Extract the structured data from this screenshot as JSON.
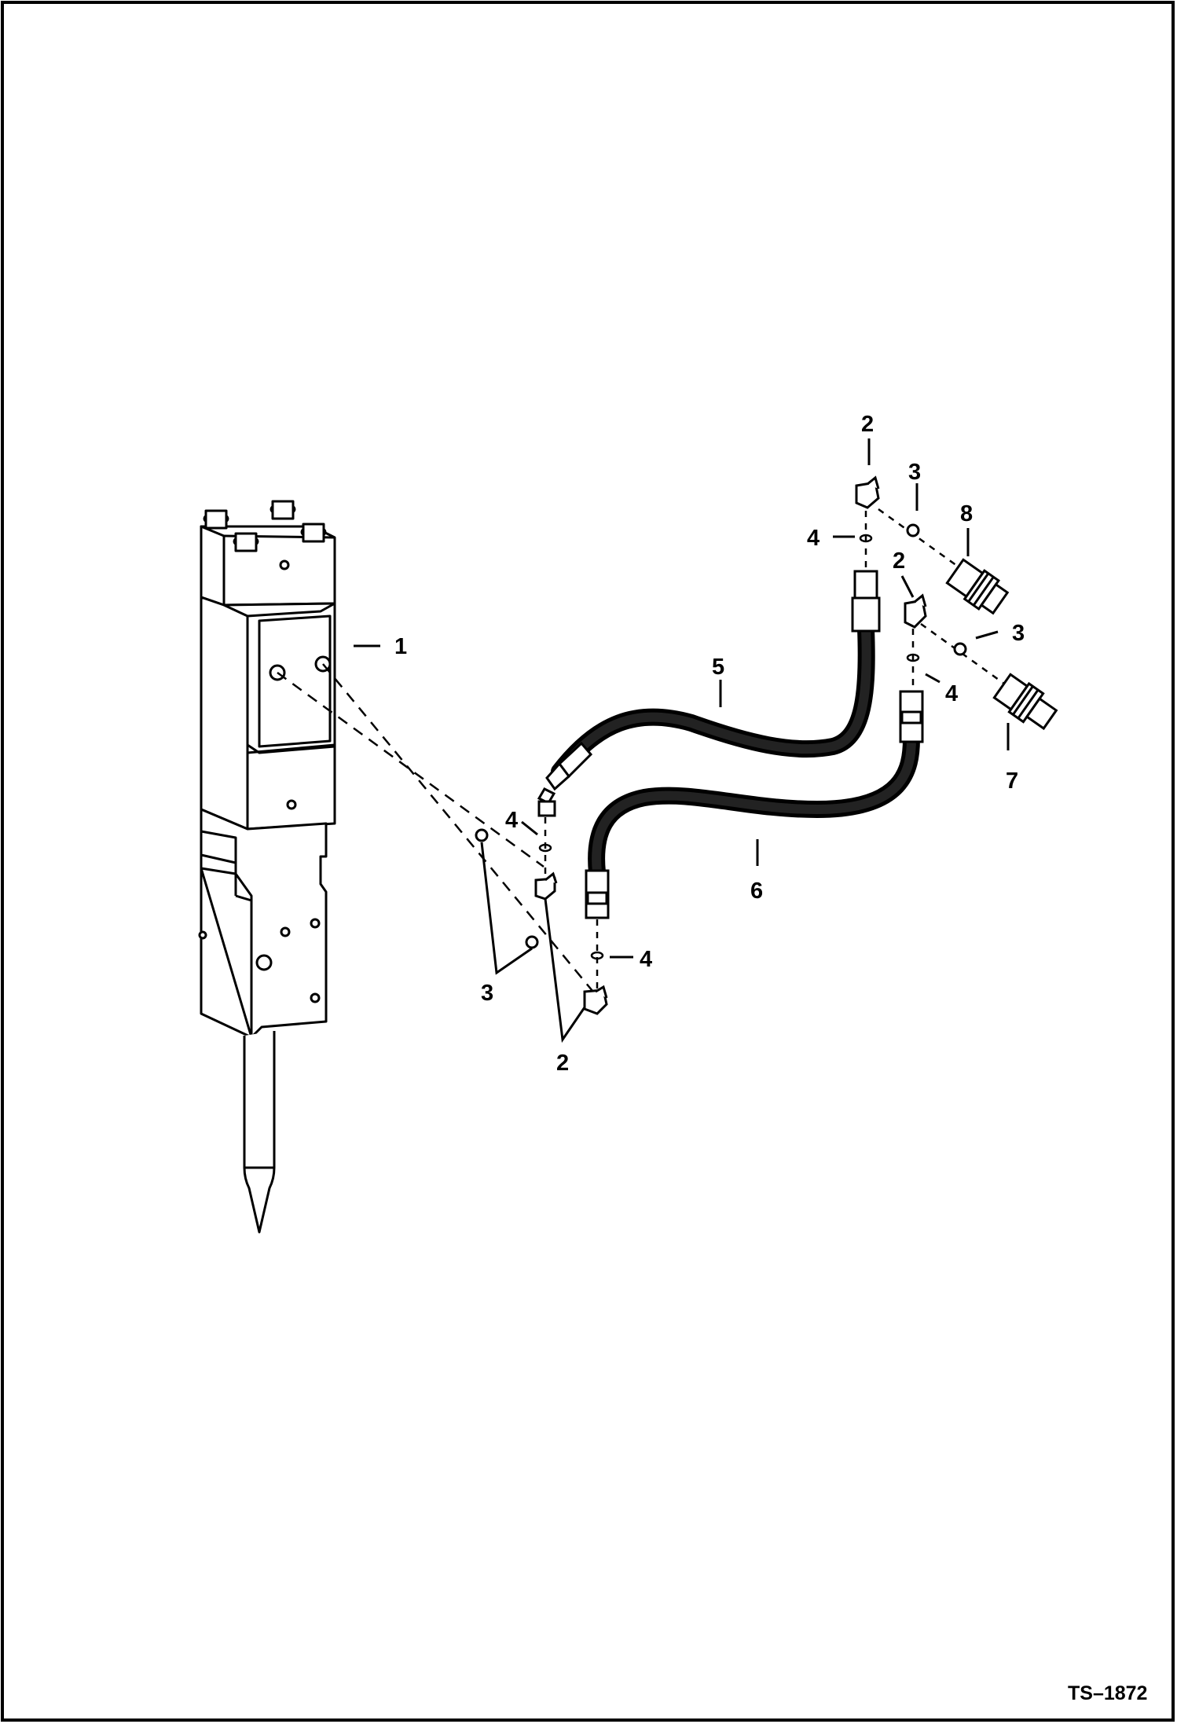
{
  "callouts": {
    "c1": "1",
    "c2_top": "2",
    "c2_mid": "2",
    "c2_bottom": "2",
    "c3_top": "3",
    "c3_right": "3",
    "c3_bottom": "3",
    "c4_top": "4",
    "c4_mid": "4",
    "c4_left": "4",
    "c4_bottom": "4",
    "c5": "5",
    "c6": "6",
    "c7": "7",
    "c8": "8"
  },
  "figure_code": "TS–1872",
  "icons": {
    "breaker": "hydraulic-breaker-icon",
    "hose": "hydraulic-hose-icon",
    "elbow": "elbow-fitting-icon",
    "coupler": "quick-coupler-icon",
    "oring": "o-ring-icon"
  }
}
